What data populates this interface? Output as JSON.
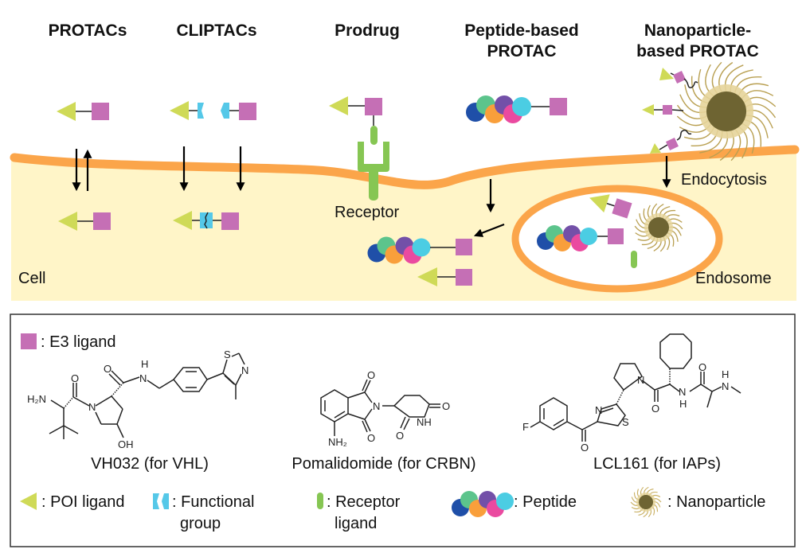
{
  "categories": [
    {
      "id": "protacs",
      "title_lines": [
        "PROTACs"
      ]
    },
    {
      "id": "cliptacs",
      "title_lines": [
        "CLIPTACs"
      ]
    },
    {
      "id": "prodrug",
      "title_lines": [
        "Prodrug"
      ]
    },
    {
      "id": "peptide",
      "title_lines": [
        "Peptide-based",
        "PROTAC"
      ]
    },
    {
      "id": "nanoparticle",
      "title_lines": [
        "Nanoparticle-",
        "based PROTAC"
      ]
    }
  ],
  "scene_labels": {
    "receptor": "Receptor",
    "endocytosis": "Endocytosis",
    "endosome": "Endosome",
    "cell": "Cell"
  },
  "colors": {
    "e3_ligand": "#c56fb5",
    "poi_ligand": "#cfda57",
    "functional_group": "#55c8e8",
    "receptor": "#86c653",
    "membrane": "#fba54a",
    "cytoplasm": "#fff5c8",
    "nanoparticle_core": "#6e6432",
    "nanoparticle_halo": "#e6d49a",
    "nanoparticle_strands": "#b9a052",
    "peptide": [
      "#1f4fa8",
      "#5cc48c",
      "#f99f3b",
      "#7350a8",
      "#ea4aa0",
      "#4bcde3"
    ]
  },
  "legend": {
    "e3_ligand_label": ": E3 ligand",
    "poi_ligand_label": ": POI ligand",
    "functional_group_label": [
      ": Functional",
      "group"
    ],
    "receptor_ligand_label": [
      ": Receptor",
      "ligand"
    ],
    "peptide_label": ": Peptide",
    "nanoparticle_label": ": Nanoparticle"
  },
  "compounds": [
    {
      "name": "VH032 (for VHL)",
      "atoms": {
        "nh2": "H₂N",
        "o1": "O",
        "n_pyr": "N",
        "o2": "O",
        "nh_h": "H",
        "nh_n": "N",
        "s": "S",
        "n_thz": "N",
        "oh": "OH"
      }
    },
    {
      "name": "Pomalidomide (for CRBN)",
      "atoms": {
        "o_top": "O",
        "n_imide": "N",
        "o_bot": "O",
        "nh2": "NH₂",
        "o_glut1": "O",
        "nh": "NH",
        "o_glut2": "O"
      }
    },
    {
      "name": "LCL161 (for IAPs)",
      "atoms": {
        "f": "F",
        "o_ketone": "O",
        "n_thz": "N",
        "s": "S",
        "n_pyr": "N",
        "o_amide1": "O",
        "nh_n": "N",
        "nh_h": "H",
        "o_amide2": "O",
        "nme_h": "H",
        "nme_n": "N"
      }
    }
  ]
}
